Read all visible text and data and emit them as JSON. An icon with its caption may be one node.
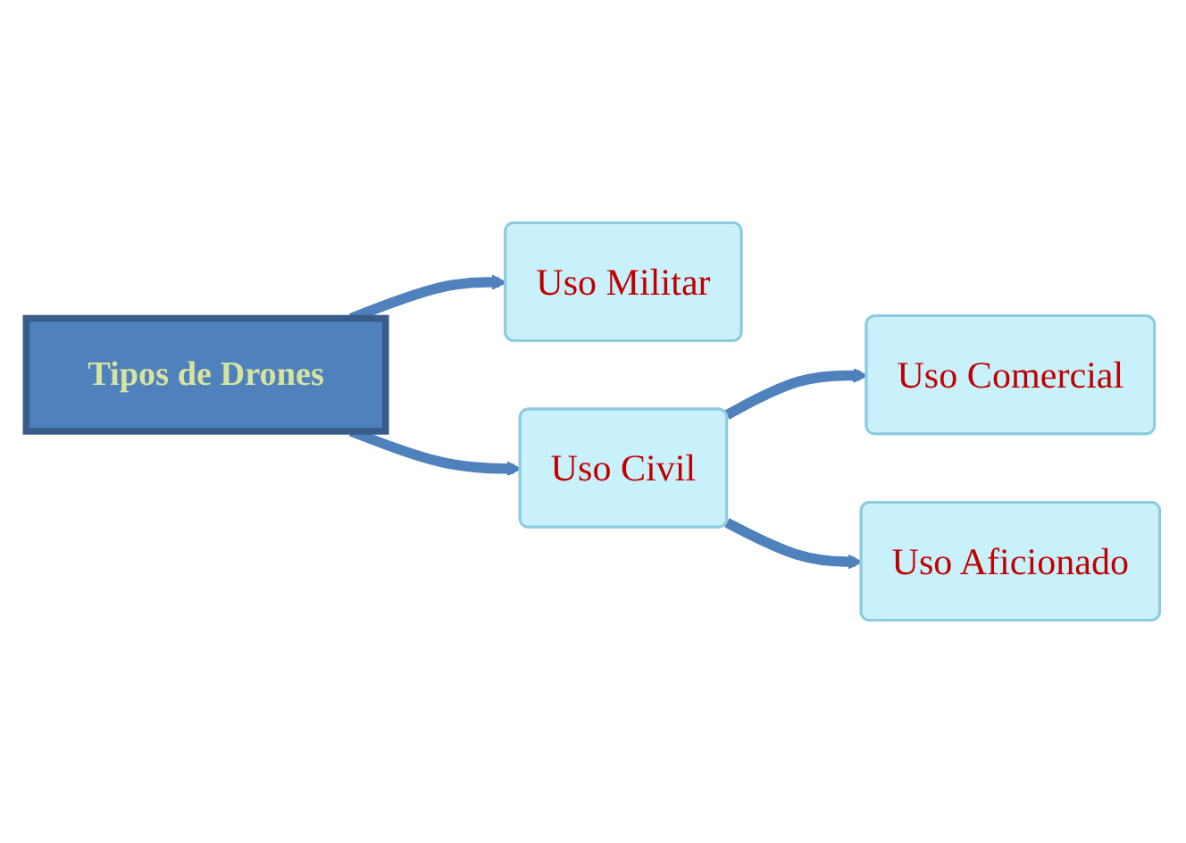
{
  "diagram": {
    "nodes": [
      {
        "text": [
          "Tipos de Drones"
        ]
      },
      {
        "text": [
          "Uso Militar"
        ]
      },
      {
        "text": [
          "Uso Civil"
        ]
      },
      {
        "text": [
          "Uso Comercial"
        ]
      },
      {
        "text": [
          "Uso Aficionado"
        ]
      }
    ],
    "edges": [
      {
        "from": 0,
        "to": 1,
        "arrow": "to"
      },
      {
        "from": 0,
        "to": 2,
        "arrow": "to"
      },
      {
        "from": 2,
        "to": 3,
        "arrow": "to"
      },
      {
        "from": 2,
        "to": 4,
        "arrow": "to"
      }
    ]
  }
}
